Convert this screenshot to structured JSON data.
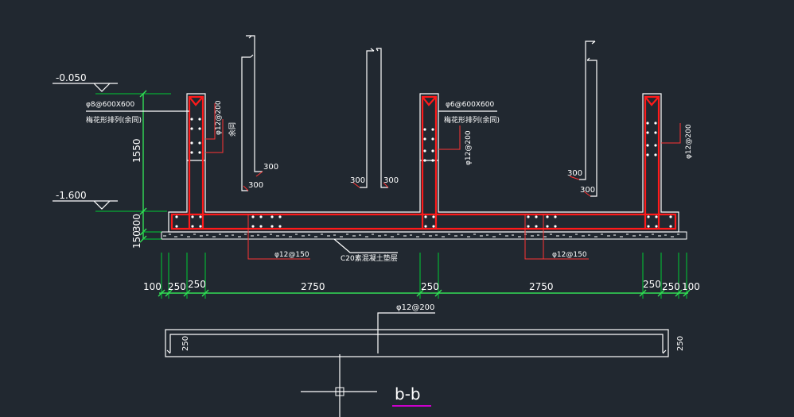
{
  "colors": {
    "background": "#212830",
    "rebar": "#ff1a1a",
    "outline": "#ffffff",
    "dimension": "#00cc33",
    "section_underline": "#cc00cc"
  },
  "elevations": {
    "top": "-0.050",
    "bottom": "-1.600"
  },
  "vertical_dims": {
    "wall_height": "1550",
    "beam_depth": "300",
    "cushion": "150"
  },
  "wall_notes": {
    "left_hole": "φ8@600X600",
    "left_hole_sub": "梅花形排列(余同)",
    "left_bar": "φ12@200",
    "left_same": "余同",
    "mid_hole": "φ6@600X600",
    "mid_hole_sub": "梅花形排列(余同)",
    "mid_bar": "φ12@200",
    "right_bar": "φ12@200"
  },
  "hook_lengths": [
    "300",
    "300",
    "300",
    "300",
    "300",
    "300"
  ],
  "slab_notes": {
    "left_bar": "φ12@150",
    "right_bar": "φ12@150",
    "cushion_label": "C20素混凝土垫层"
  },
  "horizontal_dims": [
    "100",
    "250",
    "250",
    "2750",
    "250",
    "2750",
    "250",
    "250",
    "100"
  ],
  "section": {
    "bar": "φ12@200",
    "left_thickness": "250",
    "right_thickness": "250",
    "label": "b-b"
  }
}
